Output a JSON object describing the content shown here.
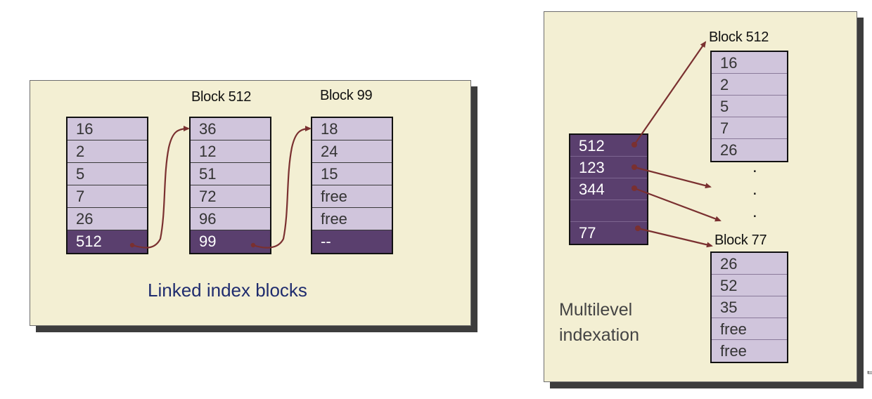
{
  "linked": {
    "block_a": [
      "16",
      "2",
      "5",
      "7",
      "26",
      "512"
    ],
    "block_b": {
      "label": "Block 512",
      "cells": [
        "36",
        "12",
        "51",
        "72",
        "96",
        "99"
      ]
    },
    "block_c": {
      "label": "Block 99",
      "cells": [
        "18",
        "24",
        "15",
        "free",
        "free",
        "--"
      ]
    },
    "caption": "Linked index blocks"
  },
  "multilevel": {
    "index": [
      "512",
      "123",
      "344",
      "",
      "77"
    ],
    "block_512": {
      "label": "Block 512",
      "cells": [
        "16",
        "2",
        "5",
        "7",
        "26"
      ]
    },
    "block_77": {
      "label": "Block 77",
      "cells": [
        "26",
        "52",
        "35",
        "free",
        "free"
      ]
    },
    "ellipsis": ".",
    "caption_line1": "Multilevel",
    "caption_line2": "indexation"
  },
  "edge_mark": "ᄇ",
  "colors": {
    "panel": "#f3efd3",
    "cell": "#d0c5dc",
    "cell_dark": "#5a3f6e",
    "arrow": "#7a3030",
    "caption_blue": "#1f2c6e"
  }
}
